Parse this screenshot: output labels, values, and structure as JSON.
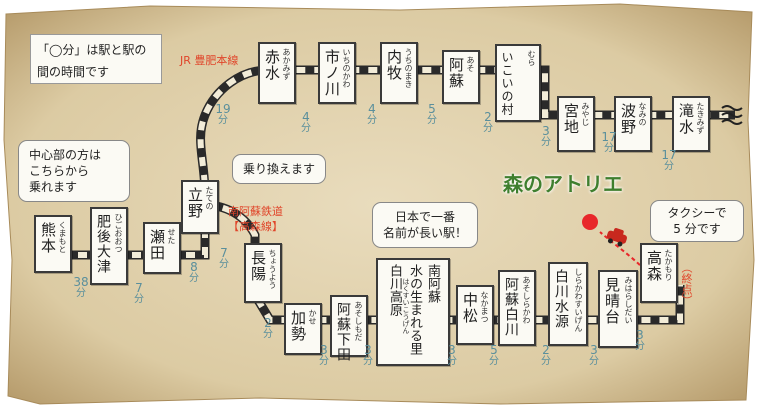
{
  "note": {
    "line1": "「◯分」は駅と駅の",
    "line2": "間の時間です"
  },
  "lines": {
    "hohi": "JR 豊肥本線",
    "minamiaso_name": "南阿蘇鉄道",
    "minamiaso_sub": "【高森線】"
  },
  "bubbles": {
    "center_l1": "中心部の方は",
    "center_l2": "こちらから",
    "center_l3": "乗れます",
    "transfer": "乗り換えます",
    "longest_l1": "日本で一番",
    "longest_l2": "名前が長い駅！",
    "taxi_l1": "タクシーで",
    "taxi_l2": "5 分です"
  },
  "destination": {
    "title": "森のアトリエ",
    "color": "#e8272a"
  },
  "terminal": "（終点）",
  "stations": [
    {
      "id": "kumamoto",
      "name": "熊本",
      "ruby": "くまもと"
    },
    {
      "id": "higo-ozu",
      "name": "肥後大津",
      "ruby": "ひごおおつ"
    },
    {
      "id": "seta",
      "name": "瀬田",
      "ruby": "せた"
    },
    {
      "id": "tateno",
      "name": "立野",
      "ruby": "たての"
    },
    {
      "id": "akamizu",
      "name": "赤水",
      "ruby": "あかみず"
    },
    {
      "id": "ichinokawa",
      "name": "市ノ川",
      "ruby": "いちのかわ"
    },
    {
      "id": "uchinomaki",
      "name": "内牧",
      "ruby": "うちのまき"
    },
    {
      "id": "aso",
      "name": "阿蘇",
      "ruby": "あそ"
    },
    {
      "id": "ikoinomura",
      "name": "いこいの村",
      "ruby": "むら"
    },
    {
      "id": "miyaji",
      "name": "宮地",
      "ruby": "みやじ"
    },
    {
      "id": "namino",
      "name": "波野",
      "ruby": "なみの"
    },
    {
      "id": "takimizu",
      "name": "滝水",
      "ruby": "たきみず"
    },
    {
      "id": "choyo",
      "name": "長陽",
      "ruby": "ちょうよう"
    },
    {
      "id": "kase",
      "name": "加勢",
      "ruby": "かせ"
    },
    {
      "id": "aso-shimoda",
      "name": "阿蘇下田",
      "ruby": "あそしもだ"
    },
    {
      "id": "longest-a",
      "name": "水の生まれる里",
      "ruby": ""
    },
    {
      "id": "longest-b",
      "name": "白川高原",
      "ruby": "はくすいこうげん"
    },
    {
      "id": "longest-c",
      "name": "南阿蘇",
      "ruby": ""
    },
    {
      "id": "nakamatsu",
      "name": "中松",
      "ruby": "なかまつ"
    },
    {
      "id": "aso-shirakawa",
      "name": "阿蘇白川",
      "ruby": "あそしらかわ"
    },
    {
      "id": "shirakawa-suigen",
      "name": "白川水源",
      "ruby": "しらかわすいげん"
    },
    {
      "id": "mihara-shidai",
      "name": "見晴台",
      "ruby": "みはらしだい"
    },
    {
      "id": "takamori",
      "name": "高森",
      "ruby": "たかもり"
    }
  ],
  "times": [
    {
      "id": "kumamoto-higoozu",
      "minutes": "38",
      "unit": "分"
    },
    {
      "id": "higoozu-seta",
      "minutes": "7",
      "unit": "分"
    },
    {
      "id": "seta-tateno",
      "minutes": "8",
      "unit": "分"
    },
    {
      "id": "tateno-choyo",
      "minutes": "7",
      "unit": "分"
    },
    {
      "id": "tateno-akamizu",
      "minutes": "19",
      "unit": "分"
    },
    {
      "id": "akamizu-ichinokawa",
      "minutes": "4",
      "unit": "分"
    },
    {
      "id": "ichinokawa-uchinomaki",
      "minutes": "4",
      "unit": "分"
    },
    {
      "id": "uchinomaki-aso",
      "minutes": "5",
      "unit": "分"
    },
    {
      "id": "aso-ikoi",
      "minutes": "2",
      "unit": "分"
    },
    {
      "id": "ikoi-miyaji",
      "minutes": "3",
      "unit": "分"
    },
    {
      "id": "miyaji-namino",
      "minutes": "17",
      "unit": "分"
    },
    {
      "id": "namino-takimizu",
      "minutes": "17",
      "unit": "分"
    },
    {
      "id": "choyo-kase",
      "minutes": "2",
      "unit": "分"
    },
    {
      "id": "kase-asoshimoda",
      "minutes": "3",
      "unit": "分"
    },
    {
      "id": "asoshimoda-long",
      "minutes": "3",
      "unit": "分"
    },
    {
      "id": "long-nakamatsu",
      "minutes": "3",
      "unit": "分"
    },
    {
      "id": "nakamatsu-asoshirakawa",
      "minutes": "5",
      "unit": "分"
    },
    {
      "id": "asoshirakawa-suigen",
      "minutes": "2",
      "unit": "分"
    },
    {
      "id": "suigen-miharashi",
      "minutes": "3",
      "unit": "分"
    },
    {
      "id": "miharashi-takamori",
      "minutes": "3",
      "unit": "分"
    }
  ]
}
